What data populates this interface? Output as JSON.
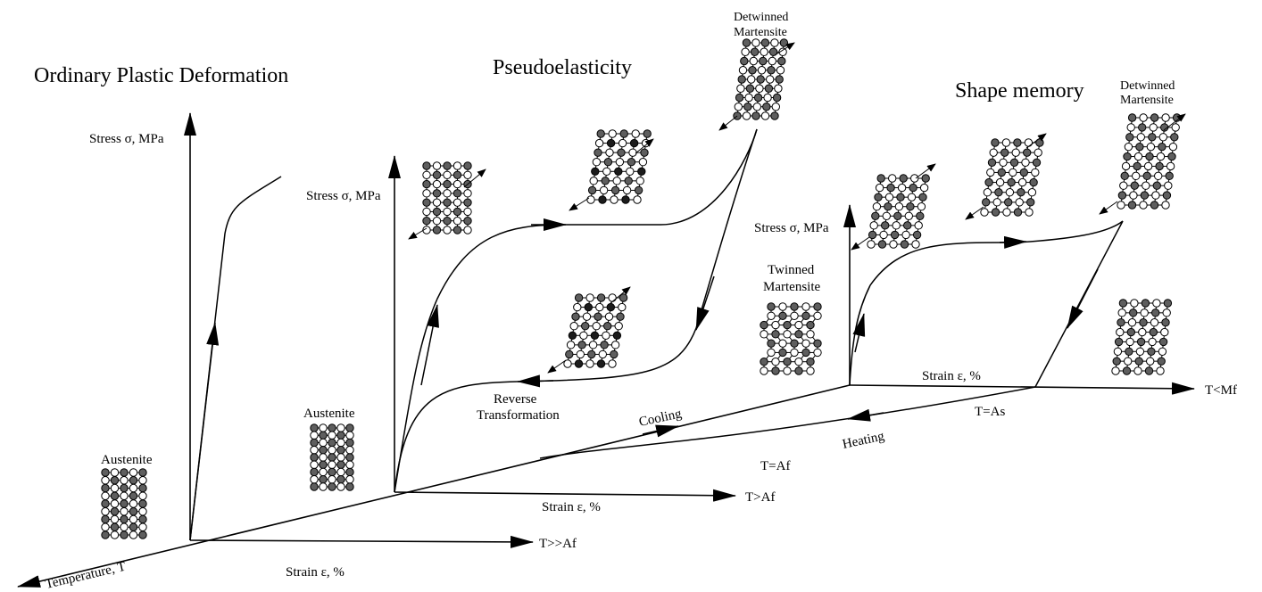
{
  "titles": {
    "plastic": "Ordinary Plastic Deformation",
    "pseudo": "Pseudoelasticity",
    "shape": "Shape memory"
  },
  "axes": {
    "temperature": "Temperature, T",
    "stress_1": "Stress σ, MPa",
    "stress_2": "Stress σ, MPa",
    "stress_3": "Stress σ, MPa",
    "strain_1": "Strain ε, %",
    "strain_2": "Strain ε, %",
    "strain_3": "Strain ε, %",
    "temp_1": "T>>Af",
    "temp_2": "T>Af",
    "temp_3": "T<Mf"
  },
  "labels": {
    "austenite_1": "Austenite",
    "austenite_2": "Austenite",
    "detwinned_1_a": "Detwinned",
    "detwinned_1_b": "Martensite",
    "detwinned_2_a": "Detwinned",
    "detwinned_2_b": "Martensite",
    "twinned_a": "Twinned",
    "twinned_b": "Martensite",
    "reverse_a": "Reverse",
    "reverse_b": "Transformation",
    "cooling": "Cooling",
    "heating": "Heating",
    "t_af": "T=Af",
    "t_as": "T=As"
  }
}
